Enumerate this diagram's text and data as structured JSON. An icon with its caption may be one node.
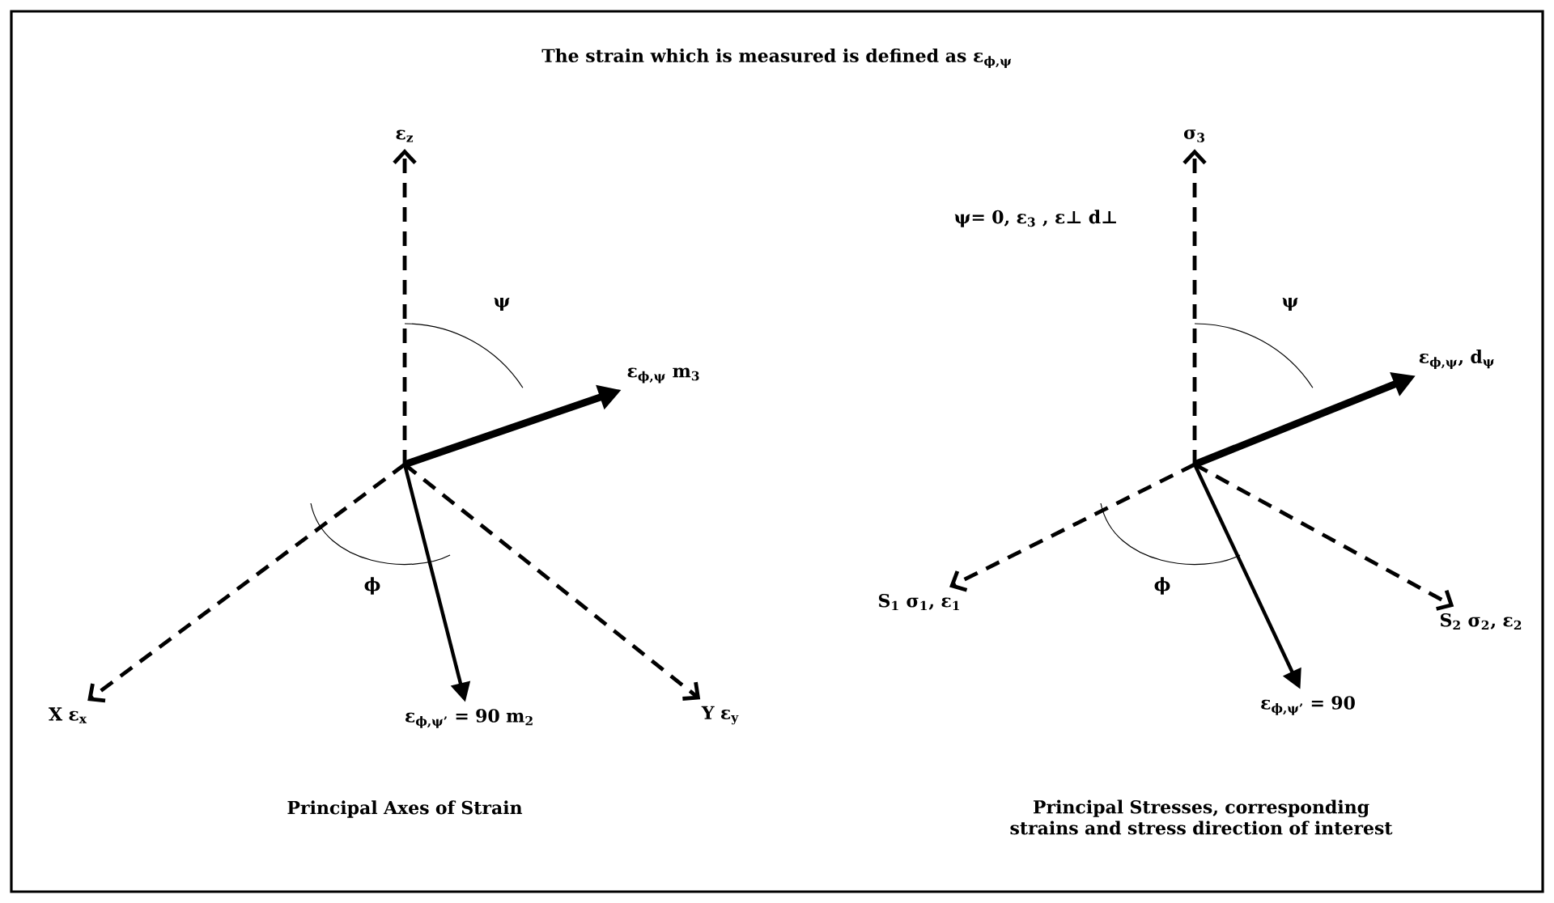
{
  "diagram": {
    "title": "The strain which is measured is defined as ε$_{ϕ,ψ}$",
    "nodes": [
      {
        "text": [
          "ε$_{z}$"
        ]
      },
      {
        "text": [
          "ε$_{ϕ,ψ}$ m$_{3}$"
        ]
      },
      {
        "text": [
          "X ε$_{x}$"
        ]
      },
      {
        "text": [
          "Y ε$_{y}$"
        ]
      },
      {
        "text": [
          "ε$_{ϕ,ψ’}$ = 90 m$_{2}$"
        ]
      },
      {
        "text": [
          "σ$_{3}$"
        ]
      },
      {
        "text": [
          "ε$_{ϕ,ψ}$, d$_{ψ}$"
        ]
      },
      {
        "text": [
          "S$_{1}$ σ$_{1}$, ε$_{1}$"
        ]
      },
      {
        "text": [
          "S$_{2}$ σ$_{2}$, ε$_{2}$"
        ]
      },
      {
        "text": [
          "ε$_{ϕ,ψ’}$ = 90"
        ]
      }
    ],
    "edges": [
      {
        "from": null,
        "to": 0,
        "arrow": "to",
        "style": "dashed"
      },
      {
        "from": null,
        "to": 1,
        "arrow": "to",
        "style": "thick"
      },
      {
        "from": null,
        "to": 2,
        "arrow": "to",
        "style": "dashed"
      },
      {
        "from": null,
        "to": 3,
        "arrow": "to",
        "style": "dashed"
      },
      {
        "from": null,
        "to": 4,
        "arrow": "to"
      },
      {
        "from": null,
        "to": 5,
        "arrow": "to",
        "style": "dashed"
      },
      {
        "from": null,
        "to": 6,
        "arrow": "to",
        "style": "thick"
      },
      {
        "from": null,
        "to": 7,
        "arrow": "to",
        "style": "dashed"
      },
      {
        "from": null,
        "to": 8,
        "arrow": "to",
        "style": "dashed"
      },
      {
        "from": null,
        "to": 9,
        "arrow": "to"
      }
    ],
    "labels": [
      "ψ",
      "ϕ",
      "Principal Axes of Strain",
      "ψ= 0, ε$_{3}$ , ε⊥ d⊥",
      "ψ",
      "ϕ",
      "Principal Stresses, corresponding strains and stress direction of interest"
    ]
  }
}
